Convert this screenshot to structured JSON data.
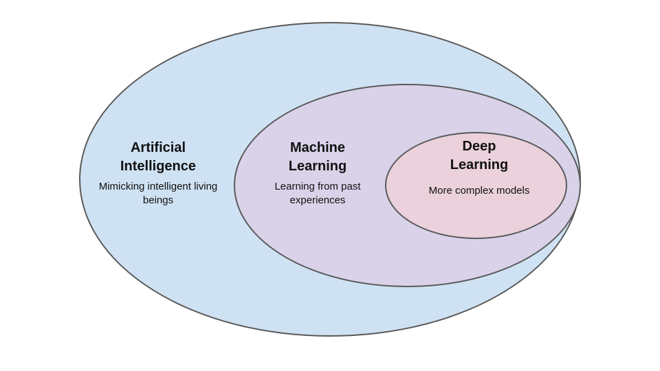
{
  "diagram": {
    "type": "nested-venn",
    "background": "#ffffff",
    "border_color": "#595959",
    "sets": [
      {
        "id": "artificial-intelligence",
        "label": "Artificial Intelligence",
        "description": "Mimicking intelligent living beings",
        "fill": "#cfe2f3"
      },
      {
        "id": "machine-learning",
        "label": "Machine Learning",
        "description": "Learning from past experiences",
        "fill": "#d9d2e9"
      },
      {
        "id": "deep-learning",
        "label": "Deep Learning",
        "description": "More complex models",
        "fill": "#ead1dc"
      }
    ]
  }
}
